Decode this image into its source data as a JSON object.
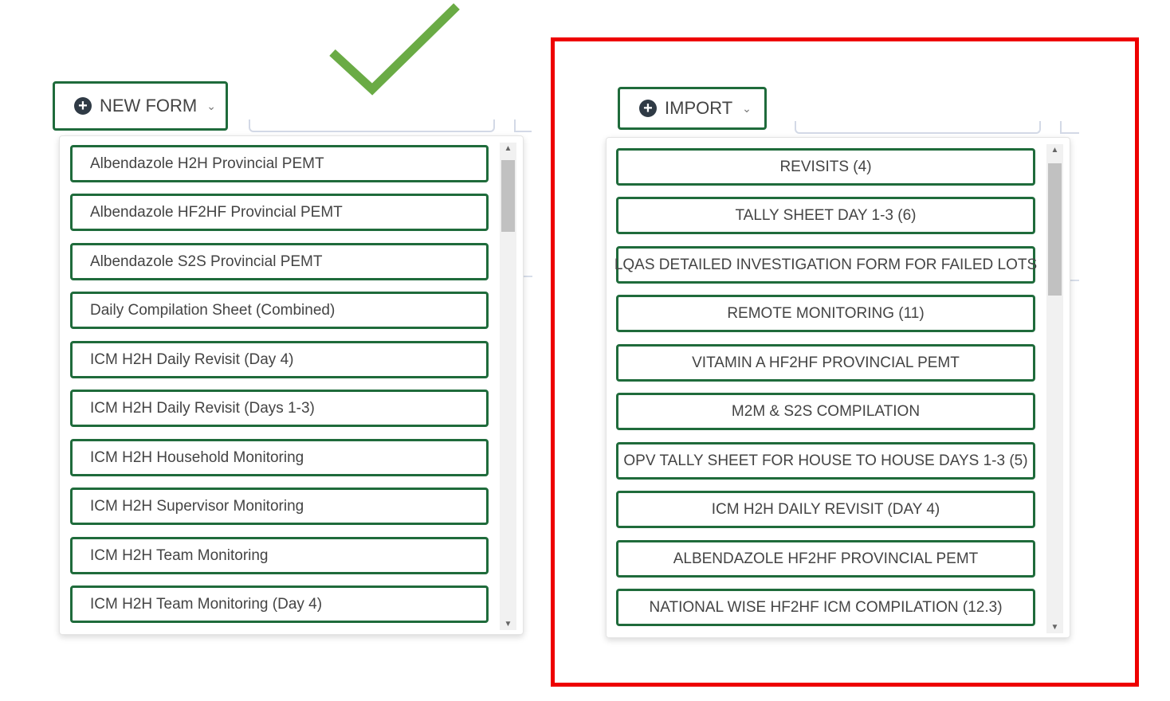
{
  "new_form": {
    "button_label": "NEW FORM",
    "items": [
      "Albendazole H2H Provincial PEMT",
      "Albendazole HF2HF Provincial PEMT",
      "Albendazole S2S Provincial PEMT",
      "Daily Compilation Sheet (Combined)",
      "ICM H2H Daily Revisit (Day 4)",
      "ICM H2H Daily Revisit (Days 1-3)",
      "ICM H2H Household Monitoring",
      "ICM H2H Supervisor Monitoring",
      "ICM H2H Team Monitoring",
      "ICM H2H Team Monitoring (Day 4)"
    ]
  },
  "import": {
    "button_label": "IMPORT",
    "items": [
      "REVISITS (4)",
      "TALLY SHEET DAY 1-3 (6)",
      "LQAS DETAILED INVESTIGATION FORM FOR FAILED LOTS",
      "REMOTE MONITORING (11)",
      "VITAMIN A HF2HF PROVINCIAL PEMT",
      "M2M & S2S COMPILATION",
      "OPV TALLY SHEET FOR HOUSE TO HOUSE DAYS 1-3 (5)",
      "ICM H2H DAILY REVISIT (DAY 4)",
      "ALBENDAZOLE HF2HF PROVINCIAL PEMT",
      "NATIONAL WISE HF2HF ICM COMPILATION (12.3)"
    ]
  },
  "colors": {
    "button_border": "#1f6b3b",
    "checkmark": "#6aab45",
    "highlight_box": "#ee0000"
  }
}
